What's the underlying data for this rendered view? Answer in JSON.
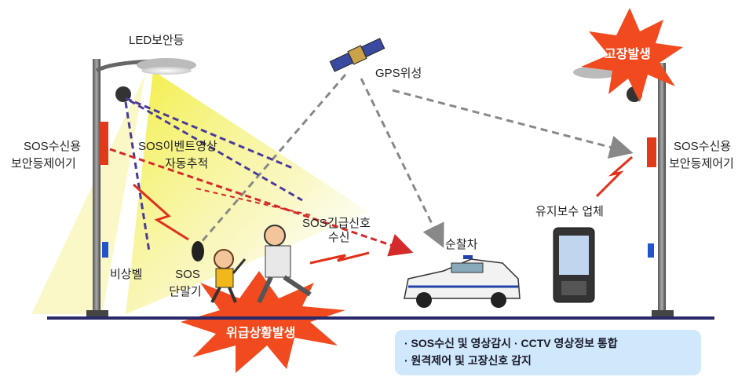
{
  "labels": {
    "led_light": "LED보안등",
    "gps_satellite": "GPS위성",
    "failure": "고장발생",
    "sos_controller_left": [
      "SOS수신용",
      "보안등제어기"
    ],
    "sos_controller_right": [
      "SOS수신용",
      "보안등제어기"
    ],
    "sos_tracking": [
      "SOS이벤트영상",
      "자동추적"
    ],
    "sos_signal": [
      "SOS긴급신호",
      "수신"
    ],
    "emergency_bell": "비상벨",
    "sos_terminal": [
      "SOS",
      "단말기"
    ],
    "patrol_car": "순찰차",
    "maintenance": "유지보수 업체",
    "emergency": "위급상황발생"
  },
  "info_box": [
    "· SOS수신 및 영상감시  · CCTV 영상정보 통합",
    "· 원격제어 및 고장신호 감지"
  ],
  "colors": {
    "burst": "#f04a1e",
    "ground": "#2a2a6a",
    "dashed_purple": "#4a3a9a",
    "dashed_red": "#d42a2a",
    "dashed_gray": "#888888",
    "info_bg": "#cfe8fb",
    "light_beam": "#f2ee5a"
  }
}
